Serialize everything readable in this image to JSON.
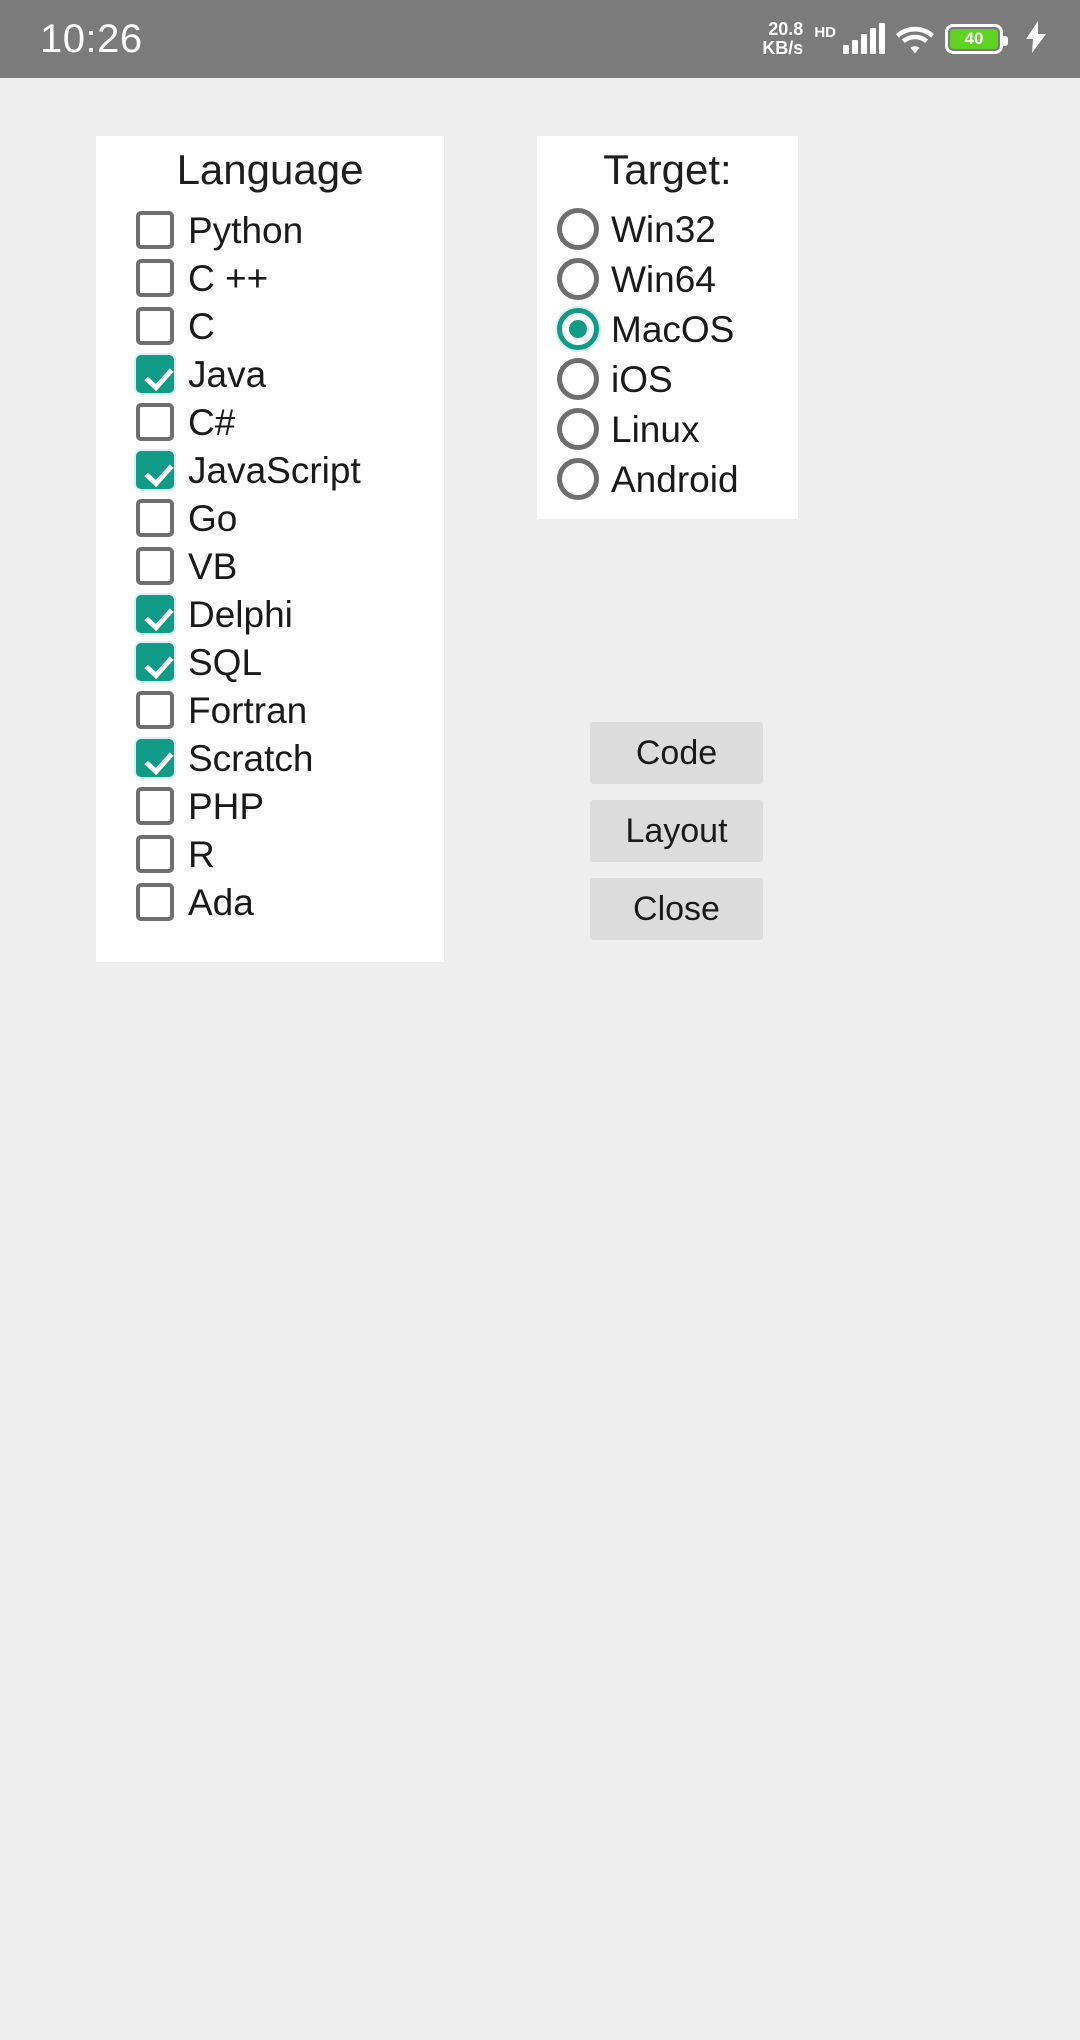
{
  "statusbar": {
    "time": "10:26",
    "network_speed_value": "20.8",
    "network_speed_unit": "KB/s",
    "hd_badge": "HD",
    "battery_level": "40",
    "icons": [
      "signal-icon",
      "wifi-icon",
      "battery-icon",
      "charging-bolt-icon"
    ],
    "background_color": "#7b7b7b"
  },
  "language_panel": {
    "title": "Language",
    "items": [
      {
        "label": "Python",
        "checked": false
      },
      {
        "label": "C ++",
        "checked": false
      },
      {
        "label": "C",
        "checked": false
      },
      {
        "label": "Java",
        "checked": true
      },
      {
        "label": "C#",
        "checked": false
      },
      {
        "label": "JavaScript",
        "checked": true
      },
      {
        "label": "Go",
        "checked": false
      },
      {
        "label": "VB",
        "checked": false
      },
      {
        "label": "Delphi",
        "checked": true
      },
      {
        "label": "SQL",
        "checked": true
      },
      {
        "label": "Fortran",
        "checked": false
      },
      {
        "label": "Scratch",
        "checked": true
      },
      {
        "label": "PHP",
        "checked": false
      },
      {
        "label": "R",
        "checked": false
      },
      {
        "label": "Ada",
        "checked": false
      }
    ]
  },
  "target_panel": {
    "title": "Target:",
    "selected": "MacOS",
    "items": [
      {
        "label": "Win32",
        "selected": false
      },
      {
        "label": "Win64",
        "selected": false
      },
      {
        "label": "MacOS",
        "selected": true
      },
      {
        "label": "iOS",
        "selected": false
      },
      {
        "label": "Linux",
        "selected": false
      },
      {
        "label": "Android",
        "selected": false
      }
    ]
  },
  "buttons": [
    {
      "label": "Code"
    },
    {
      "label": "Layout"
    },
    {
      "label": "Close"
    }
  ],
  "colors": {
    "accent": "#0f9b85",
    "page_background": "#eeeeee",
    "panel_background": "#ffffff",
    "button_background": "#dcdcdc",
    "battery_green": "#5ed320"
  }
}
